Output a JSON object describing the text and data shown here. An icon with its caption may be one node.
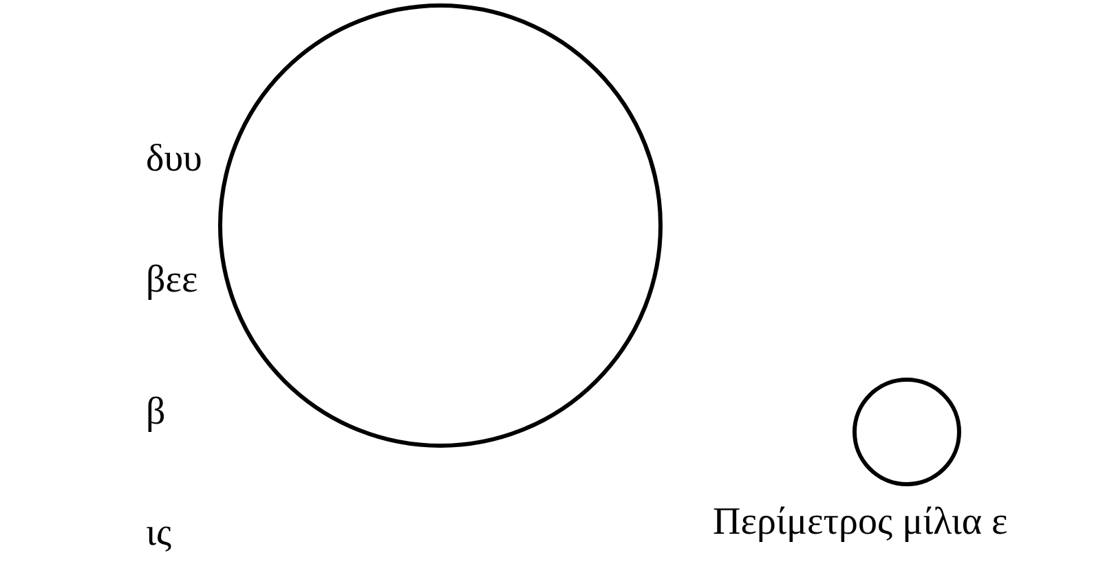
{
  "diagram": {
    "nodes": [
      {
        "text": [],
        "shape": "circle"
      },
      {
        "text": [],
        "shape": "circle"
      }
    ],
    "labels": [
      "δυυ",
      "βεε",
      "β",
      "ις",
      "Περίμετρος μίλια ε"
    ]
  }
}
